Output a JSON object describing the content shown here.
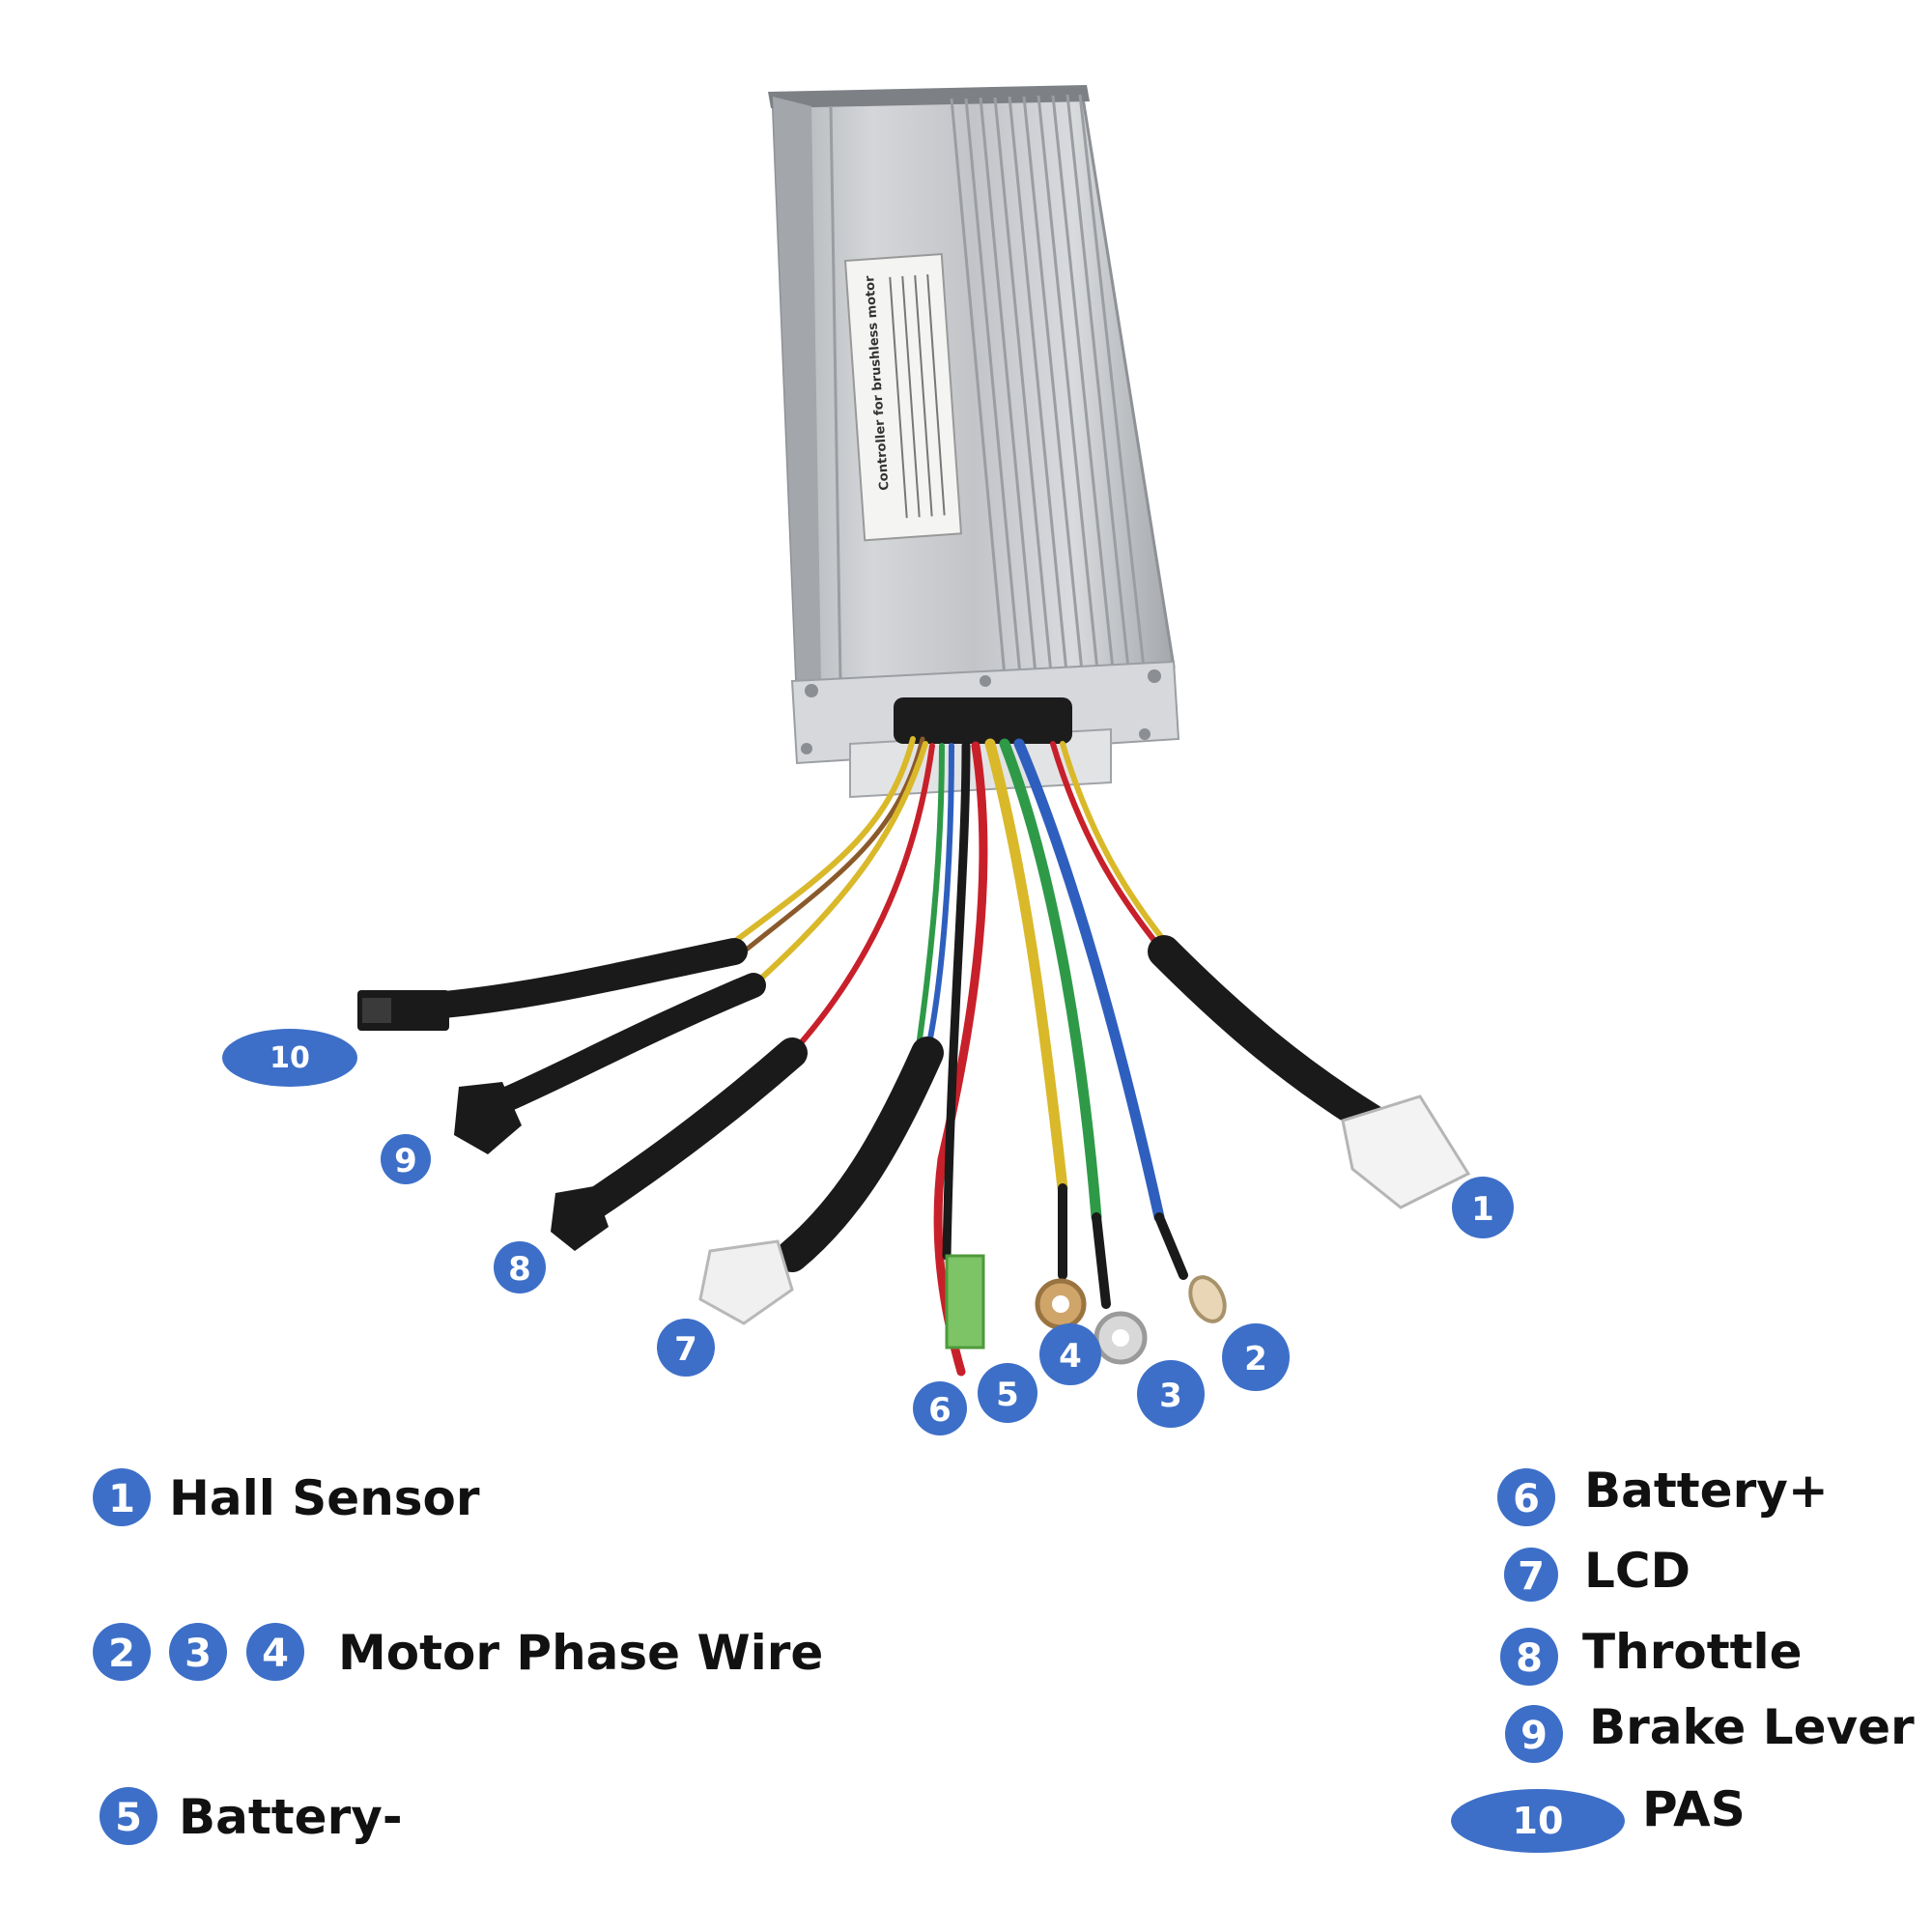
{
  "colors": {
    "badge": "#3d6fc8",
    "badge_dark": "#2c55a5",
    "housing": "#c7c9cc",
    "wire_yellow": "#d9b92a",
    "wire_green": "#2e9a48",
    "wire_blue": "#2f5fbe",
    "wire_red": "#c8202a",
    "sheath": "#1a1a1a"
  },
  "controller_label": {
    "title": "Controller for brushless motor"
  },
  "callouts": [
    {
      "id": "c10",
      "text": "10"
    },
    {
      "id": "c9",
      "text": "9"
    },
    {
      "id": "c8",
      "text": "8"
    },
    {
      "id": "c7",
      "text": "7"
    },
    {
      "id": "c6",
      "text": "6"
    },
    {
      "id": "c5",
      "text": "5"
    },
    {
      "id": "c4",
      "text": "4"
    },
    {
      "id": "c3",
      "text": "3"
    },
    {
      "id": "c2",
      "text": "2"
    },
    {
      "id": "c1",
      "text": "1"
    }
  ],
  "legend": {
    "left": [
      {
        "badges": [
          "1"
        ],
        "text": "Hall Sensor"
      },
      {
        "badges": [
          "2",
          "3",
          "4"
        ],
        "text": "Motor Phase Wire"
      },
      {
        "badges": [
          "5"
        ],
        "text": "Battery-"
      }
    ],
    "right": [
      {
        "badges": [
          "6"
        ],
        "text": "Battery+"
      },
      {
        "badges": [
          "7"
        ],
        "text": "LCD"
      },
      {
        "badges": [
          "8"
        ],
        "text": "Throttle"
      },
      {
        "badges": [
          "9"
        ],
        "text": "Brake Lever"
      },
      {
        "badges": [
          "10"
        ],
        "text": "PAS"
      }
    ]
  }
}
